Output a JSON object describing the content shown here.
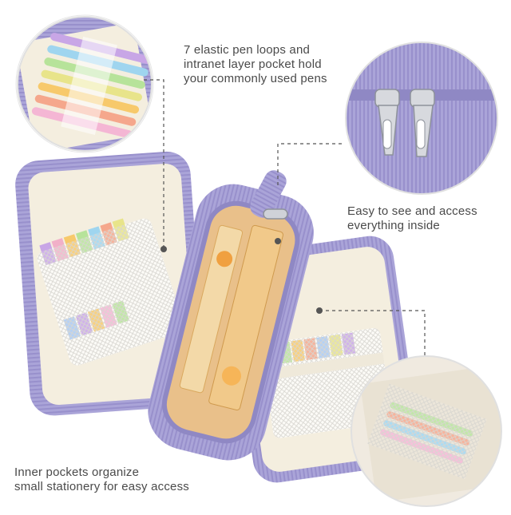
{
  "captions": {
    "pen_loops": [
      "7 elastic pen loops and",
      "intranet layer pocket hold",
      "your commonly used pens"
    ],
    "access": [
      "Easy to see and access",
      "everything inside"
    ],
    "inner_pockets": [
      "Inner pockets organize",
      "small stationery for easy access"
    ]
  },
  "colors": {
    "background": "#ffffff",
    "corduroy_lavender": "#a9a3d6",
    "lining_cream": "#f4eedf",
    "zipper_metal": "#cfd2d8",
    "caption_text": "#4a4a4a",
    "callout_line": "#555555"
  },
  "icons": [
    "zipper-pull-icon",
    "callout-dot-icon"
  ]
}
